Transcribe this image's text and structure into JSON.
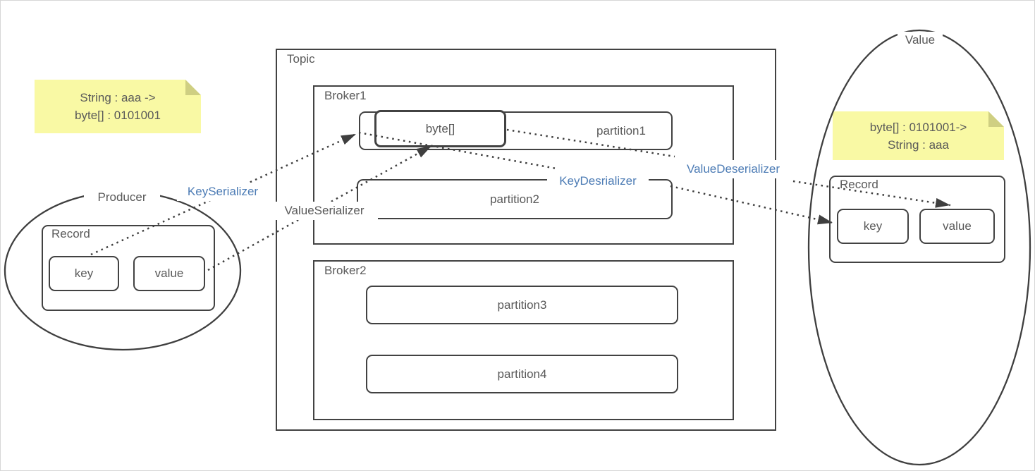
{
  "notes": {
    "producer": {
      "line1": "String : aaa ->",
      "line2": "byte[] : 0101001"
    },
    "consumer": {
      "line1": "byte[] : 0101001->",
      "line2": "String : aaa"
    }
  },
  "producer": {
    "title": "Producer",
    "record": {
      "title": "Record",
      "key": "key",
      "value": "value"
    }
  },
  "topic": {
    "title": "Topic",
    "brokers": [
      {
        "title": "Broker1",
        "byte_label": "byte[]",
        "partitions": [
          "partition1",
          "partition2"
        ]
      },
      {
        "title": "Broker2",
        "partitions": [
          "partition3",
          "partition4"
        ]
      }
    ]
  },
  "consumer": {
    "title": "Value",
    "record": {
      "title": "Record",
      "key": "key",
      "value": "value"
    }
  },
  "flow": {
    "key_serializer": "KeySerializer",
    "value_serializer": "ValueSerializer",
    "key_deserializer": "KeyDesrializer",
    "value_deserializer": "ValueDeserializer"
  },
  "colors": {
    "note_fill": "#f9f9a4",
    "note_fold": "#cfcf82",
    "box_stroke": "#424242",
    "text_gray": "#595959",
    "flow_label_blue": "#4d7cb5",
    "flow_label_gray": "#595959",
    "background": "#ffffff"
  }
}
